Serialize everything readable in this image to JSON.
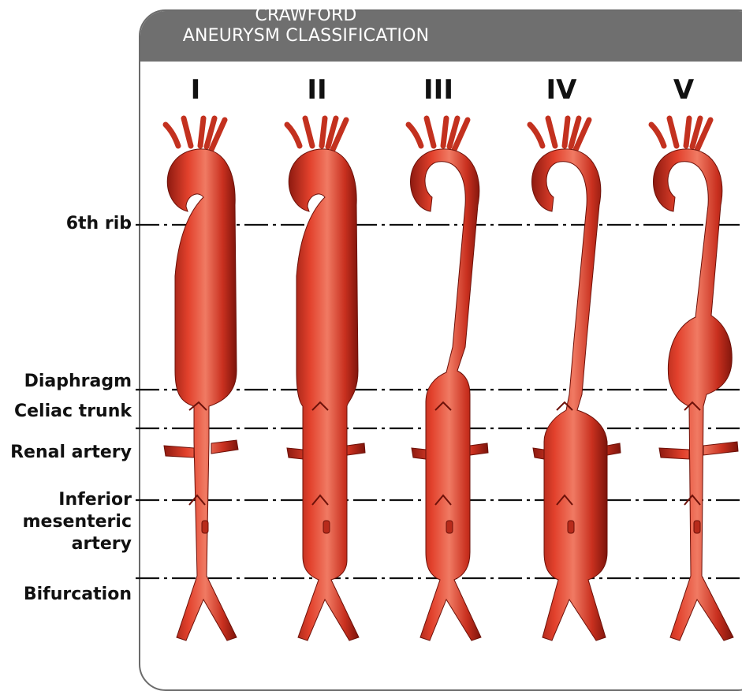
{
  "title": {
    "line1": "CRAWFORD",
    "line2": "ANEURYSM CLASSIFICATION"
  },
  "types": [
    {
      "label": "I"
    },
    {
      "label": "II"
    },
    {
      "label": "III"
    },
    {
      "label": "IV"
    },
    {
      "label": "V"
    }
  ],
  "levels": {
    "sixth_rib": "6th rib",
    "diaphragm": "Diaphragm",
    "celiac_trunk": "Celiac trunk",
    "renal_artery": "Renal artery",
    "inferior_mesenteric_1": "Inferior",
    "inferior_mesenteric_2": "mesenteric",
    "inferior_mesenteric_3": "artery",
    "bifurcation": "Bifurcation"
  },
  "colors": {
    "artery": "#d0311f",
    "artery_dark": "#8e1a10",
    "artery_light": "#f07a63",
    "header": "#6f6f6f",
    "line": "#111111"
  }
}
